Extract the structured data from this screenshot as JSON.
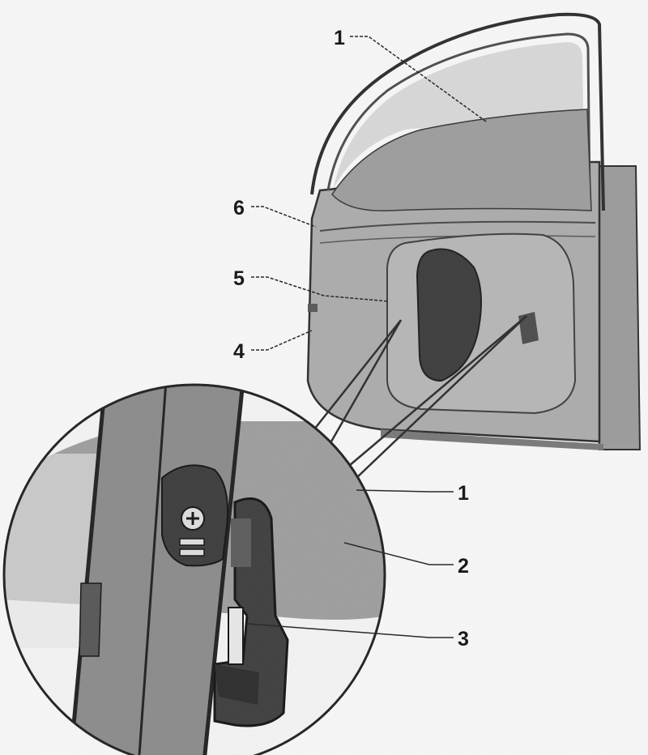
{
  "diagram": {
    "callouts": [
      {
        "id": "c1-top",
        "text": "1"
      },
      {
        "id": "c6",
        "text": "6"
      },
      {
        "id": "c5",
        "text": "5"
      },
      {
        "id": "c4",
        "text": "4"
      },
      {
        "id": "c1-detail",
        "text": "1"
      },
      {
        "id": "c2",
        "text": "2"
      },
      {
        "id": "c3",
        "text": "3"
      }
    ]
  },
  "colors": {
    "background": "#f8f8f8",
    "door_panel": "#a9a9a9",
    "door_dark": "#3a3a3a",
    "outline": "#2a2a2a",
    "label": "#1a1a1a"
  }
}
